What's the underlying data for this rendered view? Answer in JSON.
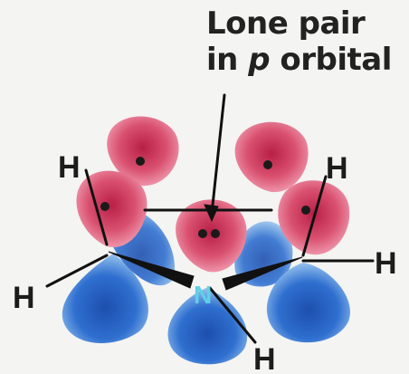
{
  "callout": {
    "line1": "Lone pair",
    "line2_prefix": "in ",
    "line2_var": "p",
    "line2_suffix": " orbital"
  },
  "atom_labels": {
    "h_top_left": "H",
    "h_top_right": "H",
    "h_right": "H",
    "h_left": "H",
    "h_bottom": "H",
    "nitrogen": "N"
  },
  "colors": {
    "lobe_pink": "#d9506f",
    "lobe_pink_light": "#f2a3b6",
    "lobe_blue": "#2f6fcf",
    "lobe_blue_light": "#a9d2f4",
    "bond": "#111111",
    "background": "#f4f4f2"
  }
}
